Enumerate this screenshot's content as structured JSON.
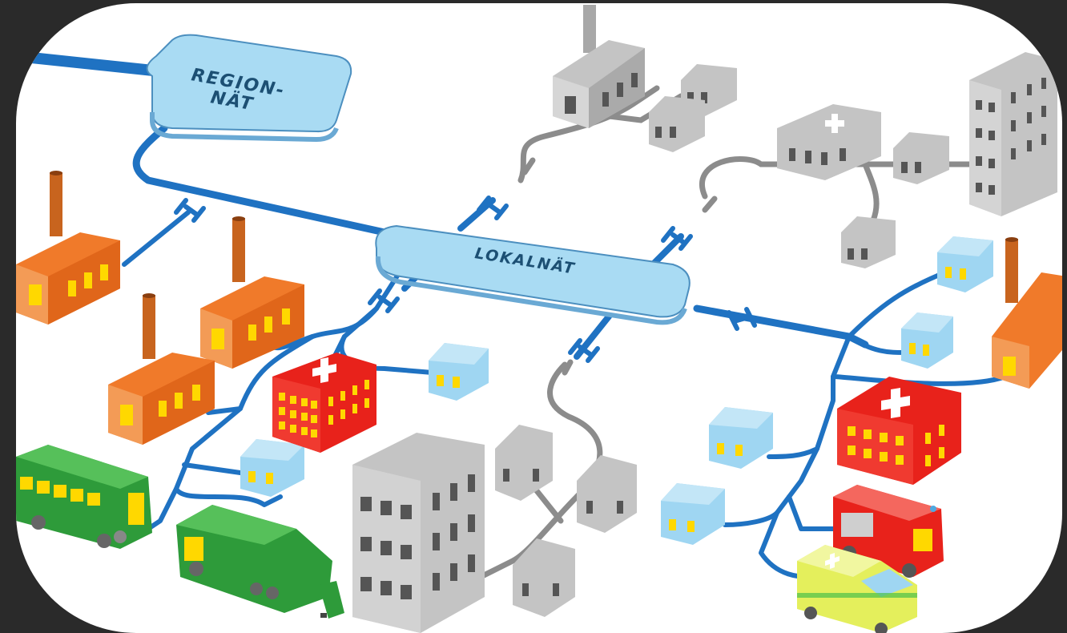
{
  "diagram": {
    "region_label_line1": "REGION-",
    "region_label_line2": "NÄT",
    "local_label": "LOKALNÄT"
  },
  "colors": {
    "background": "#2a2a2a",
    "network_blue": "#1f72c2",
    "hub_blue": "#a9dbf3",
    "gray_line": "#8c8c8c",
    "factory_orange": "#f07a2a",
    "window_yellow": "#ffd800",
    "hospital_red": "#e8221b",
    "house_blue": "#9fd6f2",
    "building_gray": "#c4c4c4",
    "vehicle_green": "#2e9b3a"
  },
  "icons": [
    "factory-icon",
    "house-icon",
    "hospital-icon",
    "office-building-icon",
    "bus-icon",
    "garbage-truck-icon",
    "fire-truck-icon",
    "ambulance-icon",
    "connector-icon"
  ]
}
